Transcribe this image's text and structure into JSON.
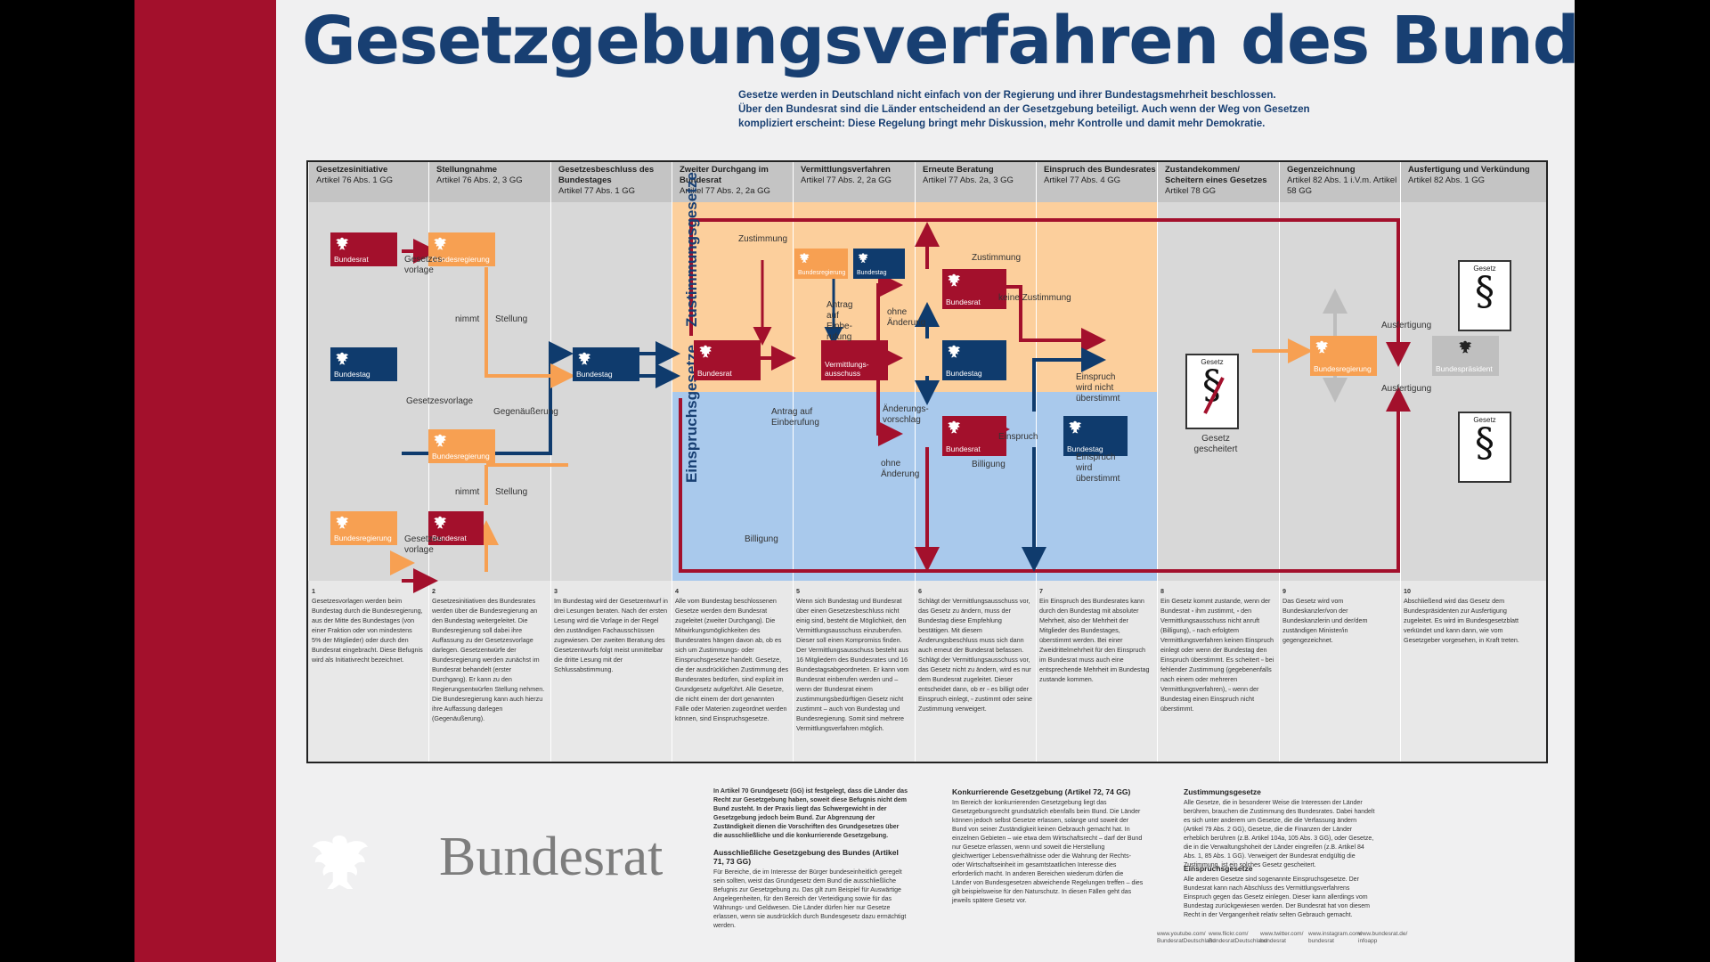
{
  "title": "Gesetzgebungsverfahren des Bundes",
  "intro": [
    "Gesetze werden in Deutschland nicht einfach von der Regierung und ihrer Bundestagsmehrheit beschlossen.",
    "Über den Bundesrat sind die Länder entscheidend an der Gesetzgebung beteiligt. Auch wenn der Weg von Gesetzen",
    "kompliziert erscheint: Diese Regelung bringt mehr Diskussion, mehr Kontrolle und damit mehr Demokratie."
  ],
  "columns": [
    {
      "title": "Gesetzesinitiative",
      "sub": "Artikel 76 Abs. 1 GG"
    },
    {
      "title": "Stellungnahme",
      "sub": "Artikel 76 Abs. 2, 3 GG"
    },
    {
      "title": "Gesetzesbeschluss des Bundestages",
      "sub": "Artikel 77 Abs. 1 GG"
    },
    {
      "title": "Zweiter Durchgang im Bundesrat",
      "sub": "Artikel 77 Abs. 2, 2a GG"
    },
    {
      "title": "Vermittlungsverfahren",
      "sub": "Artikel 77 Abs. 2, 2a GG"
    },
    {
      "title": "Erneute Beratung",
      "sub": "Artikel 77 Abs. 2a, 3 GG"
    },
    {
      "title": "Einspruch des Bundesrates",
      "sub": "Artikel 77 Abs. 4 GG"
    },
    {
      "title": "Zustandekommen/ Scheitern eines Gesetzes",
      "sub": "Artikel 78 GG"
    },
    {
      "title": "Gegenzeichnung",
      "sub": "Artikel 82 Abs. 1 i.V.m. Artikel 58 GG"
    },
    {
      "title": "Ausfertigung und Verkündung",
      "sub": "Artikel 82 Abs. 1 GG"
    }
  ],
  "actors": {
    "bundesrat": "Bundesrat",
    "bundestag": "Bundestag",
    "bundesregierung": "Bundesregierung",
    "vermittlungsausschuss": "Vermittlungs-ausschuss",
    "bundespraesident": "Bundespräsident"
  },
  "section_labels": {
    "zustimmung": "Zustimmungsgesetze",
    "einspruch": "Einspruchsgesetze"
  },
  "edge_labels": {
    "gesetzesvorlage": "Gesetzesvorlage",
    "gesetzesvorlage_split": "Gesetzes-vorlage",
    "nimmt": "nimmt",
    "stellung": "Stellung",
    "gegenaeusserung": "Gegenäußerung",
    "zustimmung": "Zustimmung",
    "antrag_einberufung": "Antrag auf Einberufung",
    "antrag_einbe_rufung": "Antrag auf Einbe-rufung",
    "ohne_aenderung": "ohne Änderung",
    "aenderungsvorschlag": "Änderungs-vorschlag",
    "keine_zustimmung": "keine Zustimmung",
    "einspruch": "Einspruch",
    "billigung": "Billigung",
    "einspruch_nicht_ueberstimmt": "Einspruch wird nicht überstimmt",
    "einspruch_ueberstimmt": "Einspruch wird überstimmt",
    "gesetz_gescheitert": "Gesetz gescheitert",
    "ausfertigung": "Ausfertigung",
    "gesetz": "Gesetz"
  },
  "descriptions": [
    {
      "n": "1",
      "text": "Gesetzesvorlagen werden beim Bundestag durch die Bundesregierung, aus der Mitte des Bundestages (von einer Fraktion oder von mindestens 5% der Mitglieder) oder durch den Bundesrat eingebracht. Diese Befugnis wird als Initiativrecht bezeichnet."
    },
    {
      "n": "2",
      "text": "Gesetzesinitiativen des Bundesrates werden über die Bundesregierung an den Bundestag weitergeleitet. Die Bundesregierung soll dabei ihre Auffassung zu der Gesetzesvorlage darlegen. Gesetzentwürfe der Bundesregierung werden zunächst im Bundesrat behandelt (erster Durchgang). Er kann zu den Regierungsentwürfen Stellung nehmen. Die Bundesregierung kann auch hierzu ihre Auffassung darlegen (Gegenäußerung)."
    },
    {
      "n": "3",
      "text": "Im Bundestag wird der Gesetzentwurf in drei Lesungen beraten. Nach der ersten Lesung wird die Vorlage in der Regel den zuständigen Fachausschüssen zugewiesen. Der zweiten Beratung des Gesetzentwurfs folgt meist unmittelbar die dritte Lesung mit der Schlussabstimmung."
    },
    {
      "n": "4",
      "text": "Alle vom Bundestag beschlossenen Gesetze werden dem Bundesrat zugeleitet (zweiter Durchgang). Die Mitwirkungsmöglichkeiten des Bundesrates hängen davon ab, ob es sich um Zustimmungs- oder Einspruchsgesetze handelt. Gesetze, die der ausdrücklichen Zustimmung des Bundesrates bedürfen, sind explizit im Grundgesetz aufgeführt. Alle Gesetze, die nicht einem der dort genannten Fälle oder Materien zugeordnet werden können, sind Einspruchsgesetze."
    },
    {
      "n": "5",
      "text": "Wenn sich Bundestag und Bundesrat über einen Gesetzesbeschluss nicht einig sind, besteht die Möglichkeit, den Vermittlungsausschuss einzuberufen. Dieser soll einen Kompromiss finden. Der Vermittlungsausschuss besteht aus 16 Mitgliedern des Bundesrates und 16 Bundestagsabgeordneten. Er kann vom Bundesrat einberufen werden und – wenn der Bundesrat einem zustimmungsbedürftigen Gesetz nicht zustimmt – auch von Bundestag und Bundesregierung. Somit sind mehrere Vermittlungsverfahren möglich."
    },
    {
      "n": "6",
      "text": "Schlägt der Vermittlungsausschuss vor, das Gesetz zu ändern, muss der Bundestag diese Empfehlung bestätigen. Mit diesem Änderungsbeschluss muss sich dann auch erneut der Bundesrat befassen. Schlägt der Vermittlungsausschuss vor, das Gesetz nicht zu ändern, wird es nur dem Bundesrat zugeleitet. Dieser entscheidet dann, ob er ▫ es billigt oder Einspruch einlegt, ▫ zustimmt oder seine Zustimmung verweigert."
    },
    {
      "n": "7",
      "text": "Ein Einspruch des Bundesrates kann durch den Bundestag mit absoluter Mehrheit, also der Mehrheit der Mitglieder des Bundestages, überstimmt werden. Bei einer Zweidrittelmehrheit für den Einspruch im Bundesrat muss auch eine entsprechende Mehrheit im Bundestag zustande kommen."
    },
    {
      "n": "8",
      "text": "Ein Gesetz kommt zustande, wenn der Bundesrat ▫ ihm zustimmt, ▫ den Vermittlungsausschuss nicht anruft (Billigung), ▫ nach erfolgtem Vermittlungsverfahren keinen Einspruch einlegt oder wenn der Bundestag den Einspruch überstimmt. Es scheitert ▫ bei fehlender Zustimmung (gegebenenfalls nach einem oder mehreren Vermittlungsverfahren), ▫ wenn der Bundestag einen Einspruch nicht überstimmt."
    },
    {
      "n": "9",
      "text": "Das Gesetz wird vom Bundeskanzler/von der Bundeskanzlerin und der/dem zuständigen Minister/in gegengezeichnet."
    },
    {
      "n": "10",
      "text": "Abschließend wird das Gesetz dem Bundespräsidenten zur Ausfertigung zugeleitet. Es wird im Bundesgesetzblatt verkündet und kann dann, wie vom Gesetzgeber vorgesehen, in Kraft treten."
    }
  ],
  "footer": {
    "intro": "In Artikel 70 Grundgesetz (GG) ist festgelegt, dass die Länder das Recht zur Gesetzgebung haben, soweit diese Befugnis nicht dem Bund zusteht. In der Praxis liegt das Schwergewicht in der Gesetzgebung jedoch beim Bund. Zur Abgrenzung der Zuständigkeit dienen die Vorschriften des Grundgesetzes über die ausschließliche und die konkurrierende Gesetzgebung.",
    "ausschl_head": "Ausschließliche Gesetzgebung des Bundes (Artikel 71, 73 GG)",
    "ausschl_text": "Für Bereiche, die im Interesse der Bürger bundeseinheitlich geregelt sein sollten, weist das Grundgesetz dem Bund die ausschließliche Befugnis zur Gesetzgebung zu. Das gilt zum Beispiel für Auswärtige Angelegenheiten, für den Bereich der Verteidigung sowie für das Währungs- und Geldwesen. Die Länder dürfen hier nur Gesetze erlassen, wenn sie ausdrücklich durch Bundesgesetz dazu ermächtigt werden.",
    "konk_head": "Konkurrierende Gesetzgebung (Artikel 72, 74 GG)",
    "konk_text": "Im Bereich der konkurrierenden Gesetzgebung liegt das Gesetzgebungsrecht grundsätzlich ebenfalls beim Bund. Die Länder können jedoch selbst Gesetze erlassen, solange und soweit der Bund von seiner Zuständigkeit keinen Gebrauch gemacht hat. In einzelnen Gebieten – wie etwa dem Wirtschaftsrecht – darf der Bund nur Gesetze erlassen, wenn und soweit die Herstellung gleichwertiger Lebensverhältnisse oder die Wahrung der Rechts- oder Wirtschaftseinheit im gesamtstaatlichen Interesse dies erforderlich macht. In anderen Bereichen wiederum dürfen die Länder von Bundesgesetzen abweichende Regelungen treffen – dies gilt beispielsweise für den Naturschutz. In diesen Fällen geht das jeweils spätere Gesetz vor.",
    "zust_head": "Zustimmungsgesetze",
    "zust_text": "Alle Gesetze, die in besonderer Weise die Interessen der Länder berühren, brauchen die Zustimmung des Bundesrates. Dabei handelt es sich unter anderem um Gesetze, die die Verfassung ändern (Artikel 79 Abs. 2 GG), Gesetze, die die Finanzen der Länder erheblich berühren (z.B. Artikel 104a, 105 Abs. 3 GG), oder Gesetze, die in die Verwaltungshoheit der Länder eingreifen (z.B. Artikel 84 Abs. 1, 85 Abs. 1 GG). Verweigert der Bundesrat endgültig die Zustimmung, ist ein solches Gesetz gescheitert.",
    "einspr_head": "Einspruchsgesetze",
    "einspr_text": "Alle anderen Gesetze sind sogenannte Einspruchsgesetze. Der Bundesrat kann nach Abschluss des Vermittlungsverfahrens Einspruch gegen das Gesetz einlegen. Dieser kann allerdings vom Bundestag zurückgewiesen werden. Der Bundesrat hat von diesem Recht in der Vergangenheit relativ selten Gebrauch gemacht."
  },
  "logo": "Bundesrat",
  "social": [
    "www.youtube.com/ BundesratDeutschland",
    "www.flickr.com/ BundesratDeutschland",
    "www.twitter.com/ bundesrat",
    "www.instagram.com/ bundesrat",
    "www.bundesrat.de/ infoapp"
  ]
}
